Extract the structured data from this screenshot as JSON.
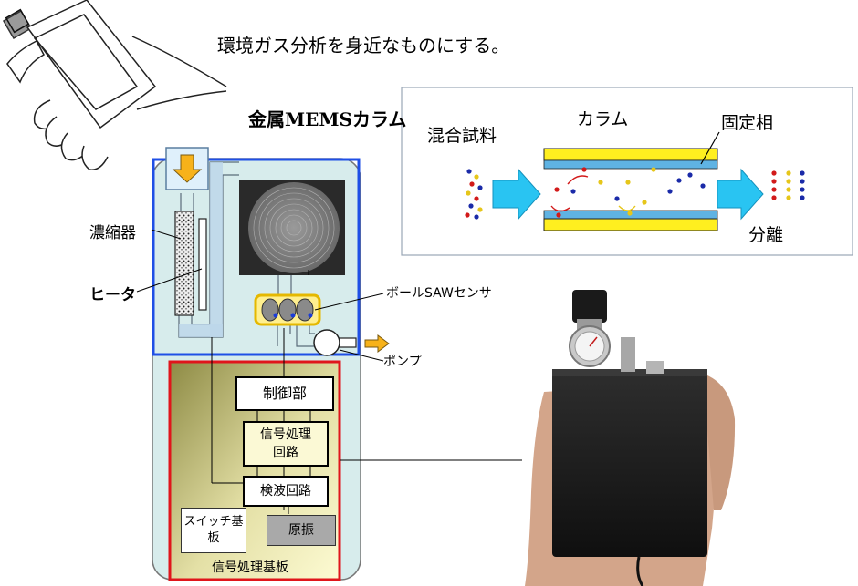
{
  "title": "環境ガス分析を身近なものにする。",
  "device": {
    "column_label": "金属MEMSカラム",
    "concentrator_label": "濃縮器",
    "heater_label": "ヒータ",
    "saw_sensor_label": "ボールSAWセンサ",
    "pump_label": "ポンプ",
    "control_unit": "制御部",
    "signal_processing_circuit": "信号処理\n回路",
    "detection_circuit": "検波回路",
    "switch_board": "スイッチ基\n板",
    "oscillator": "原振",
    "signal_board": "信号処理基板"
  },
  "inset": {
    "mixed_sample": "混合試料",
    "column": "カラム",
    "stationary_phase": "固定相",
    "separation": "分離"
  },
  "colors": {
    "device_body": "#d7ecec",
    "upper_frame": "#1f4fe6",
    "lower_frame": "#e0151b",
    "board_gradient_dark": "#8e8b45",
    "board_gradient_light": "#fdfbd3",
    "arrow_cyan": "#29c4f2",
    "column_yellow": "#ffef1f",
    "column_blue": "#5fb3e3",
    "pump_arrow": "#f7b21a"
  },
  "icons": [
    "hand-outline-icon",
    "down-arrow-icon",
    "right-arrow-icon",
    "device-photo-icon"
  ]
}
